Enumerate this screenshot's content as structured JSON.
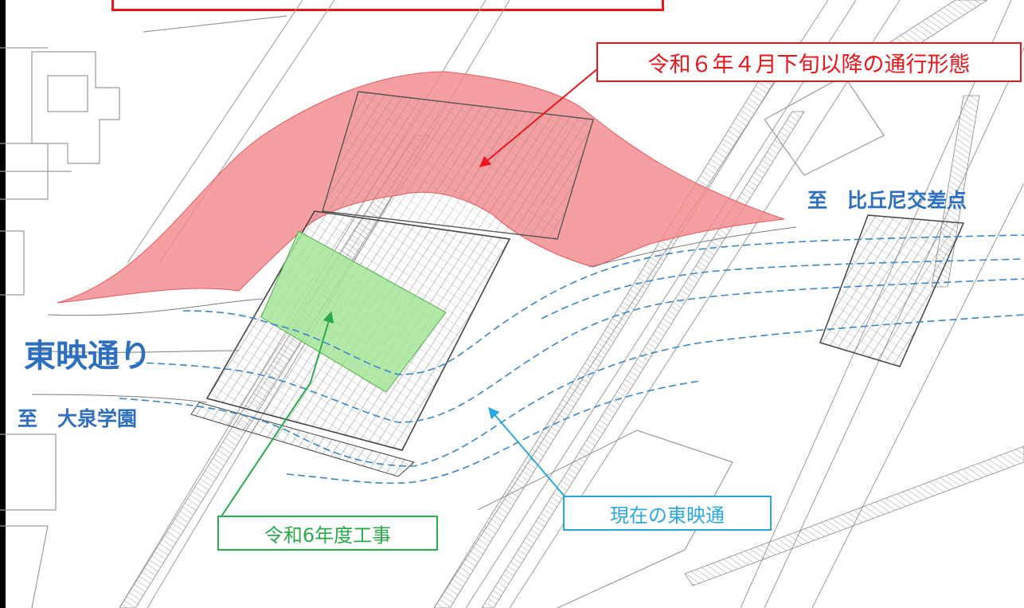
{
  "callouts": {
    "future_form": "令和６年４月下旬以降の通行形態",
    "current_road": "現在の東映通",
    "fy6_work": "令和6年度工事"
  },
  "labels": {
    "road_name": "東映通り",
    "to_hiokoni": "至　比丘尼交差点",
    "to_oizumi": "至　大泉学園"
  },
  "colors": {
    "future_area": "#f48a8e",
    "work_area": "#a5e59a",
    "current_road_lines": "#3a86c8",
    "label_blue": "#2f6fbf",
    "red": "#e8161b",
    "green": "#2aaa4a",
    "cyan": "#2aa7df",
    "drawing_lines": "#7a7a7a"
  }
}
